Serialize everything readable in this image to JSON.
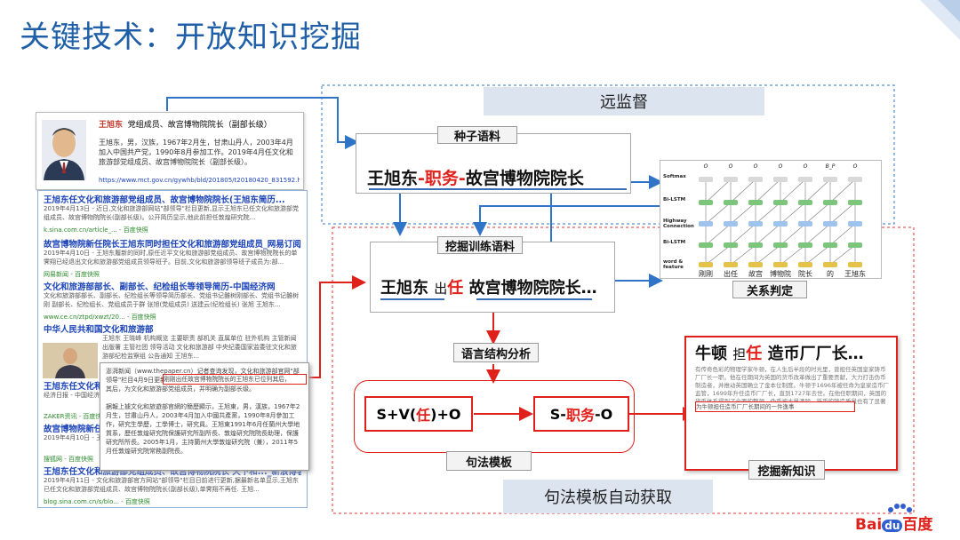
{
  "title": "关键技术：开放知识挖掘",
  "remote_supervision": "远监督",
  "seed_corpus": {
    "label": "种子语料",
    "entity1": "王旭东",
    "sep1": "-",
    "relation": "职务",
    "sep2": "-",
    "entity2": "故宫博物院院长"
  },
  "mined_corpus": {
    "label": "挖掘训练语料",
    "entity1": "王旭东",
    "connector_prefix": "出",
    "connector": "任",
    "entity2": "故宫博物院院长…"
  },
  "relation_judgment": {
    "label": "关系判定",
    "layers": [
      "Softmax",
      "Bi-LSTM",
      "Highway Connection",
      "Bi-LSTM",
      "word & feature"
    ],
    "tokens": [
      "刚刚",
      "出任",
      "故宫",
      "博物院",
      "院长",
      "的",
      "王旭东"
    ],
    "outputs": [
      "O",
      "O",
      "O",
      "O",
      "O",
      "B_P",
      "O"
    ]
  },
  "syntax_analysis": "语言结构分析",
  "syntax_template": {
    "label": "句法模板",
    "pattern1_prefix": "S+V(",
    "pattern1_verb": "任",
    "pattern1_suffix": ")+O",
    "pattern2_prefix": "S- ",
    "pattern2_rel": "职务",
    "pattern2_suffix": "-O"
  },
  "auto_template": "句法模板自动获取",
  "new_knowledge": {
    "label": "挖掘新知识",
    "entity1": "牛顿",
    "connector_prefix": "担",
    "connector": "任",
    "entity2": "造币厂厂长…"
  },
  "profile": {
    "name": "王旭东",
    "headline": "党组成员、故宫博物院院长（副部长级）",
    "body": "王旭东，男，汉族，1967年2月生，甘肃山丹人，2003年4月加入中国共产党，1990年8月参加工作。2019年4月任文化和旅游部党组成员、故宫博物院院长（副部长级）。",
    "url": "https://www.mct.gov.cn/gywhb/bld/201805/t20180420_831592.htm"
  },
  "search_results": [
    {
      "title": "王旭东任文化和旅游部党组成员、故宫博物院院长(王旭东简历...",
      "snippet": "2019年4月13日 - 近日,文化和旅游部网站\"部领导\"栏目更新,显示王旭东已任文化和旅游部党组成员、故宫博物院院长(副部长级)。公开简历显示,他此前担任敦煌研究院...",
      "source": "k.sina.com.cn/article_... - 百度快照"
    },
    {
      "title": "故宫博物院新任院长王旭东同时担任文化和旅游部党组成员_网易订阅",
      "snippet": "2019年4月10日 - 王旭东履新的同时,原任近平文化和旅游部党组成员、故宫博物院院长的单霁翔已经退出文化和旅游部党组成员领导班子。目前,文化和旅游部领导班子成员为:部...",
      "source": "网易新闻 - 百度快照"
    },
    {
      "title": "文化和旅游部部长、副部长、纪检组长等领导简历-中国经济网",
      "snippet": "文化和旅游部部长、副部长、纪检组长等领导简历部长、党组书记雒树刚部长、党组书记雒树刚 副部长、纪检组长、党组成员于群 张旭(党组成员) 送建云(纪检组长) 张旭 王旭东...",
      "source": "www.ce.cn/ztpd/xwzt/20... - 百度快照"
    },
    {
      "title": "中华人民共和国文化和旅游部",
      "snippet": "王旭东 王晓峰 机构概览 主要职责 部机关 直属单位 驻外机构 主管新闻出版署 主管社团 领导活动 文化和旅游部 中央纪委国家监委驻文化和旅游部纪检监察组 公告通知 王旭东...",
      "source": ""
    },
    {
      "title": "王旭东任文化和旅游部党组成员、故宫博物院院长",
      "snippet": "经济日报 - 中国经济网 2019年4月...文化和旅游部网站\"部领导\"栏目更新,显示...",
      "source": "ZAKER资讯 - 百度快照"
    },
    {
      "title": "故宫博物院新任院长王旭东",
      "snippet": "2019年4月10日 - 王旭东同时担任文化和旅游部党组成员...",
      "source": "搜狐网 - 百度快照"
    },
    {
      "title": "王旭东任文化和旅游部党组成员、故宫博物院院长 天下和..._新浪博客",
      "snippet": "2019年4月11日 - 文化和旅游部官方网站\"部领导\"栏目日前进行更新,据最新名单显示,王旭东已任文化和旅游部党组成员、故宫博物院院长(副部长级),单霁翔不再任. 王旭...",
      "source": "blog.sina.com.cn/s/blo... - 百度快照"
    }
  ],
  "popup": {
    "text": "澎湃新闻（www.thepaper.cn）记者查询发现，文化和旅游部官网\"部领导\"栏目4月9日更新信息，刚刚出任故宫博物院院长的王旭东已位列其后，为文化和旅游部党组成员，并明确为副部长级。",
    "highlight": "刚刚出任故宫博物院院长的王旭东已位列其后，",
    "extra": "据報上據文化和旅遊部官網的簡歷顯示，王旭東，男，漢族，1967年2月生，甘肅山丹人，2003年4月加入中國共產黨，1990年8月參加工作，研究生學歷，工學博士，研究員。王旭東1991年6月任蘭州大學地質系，歷任敦煌研究院保護研究所副所長、敦煌研究院院長助理，保護研究所所長。2005年1月，主持蘭州大學敦煌研究院（兼），2011年5月任敦煌研究院常務副院長。"
  },
  "article": {
    "text": "有传奇色彩的物理学家牛顿，在人生后半段的时光里，曾担任英国皇家铸币厂厂长一职。他在任期间为英国的货币改革做出了重要贡献，大力打击伪币制造者，并推动英国确立了金本位制度。牛顿于1696年被任命为皇家造币厂监管，1699年升任造币厂厂长，直到1727年去世。在他任职期间，英国的货币体系得到了全面的整顿，伪币被大量清除，新币的铸造质量也有了显著提高。",
    "highlight": "为牛顿担任造币厂厂长期间的一件逸事"
  },
  "brand": {
    "text_a": "Bai",
    "text_b": "du",
    "text_c": "百度"
  },
  "colors": {
    "title": "#1f5fa8",
    "red": "#e0201a",
    "blue_arrow": "#2f74c6",
    "dashed_red": "#e03030",
    "dashed_blue": "#2f74c6"
  }
}
